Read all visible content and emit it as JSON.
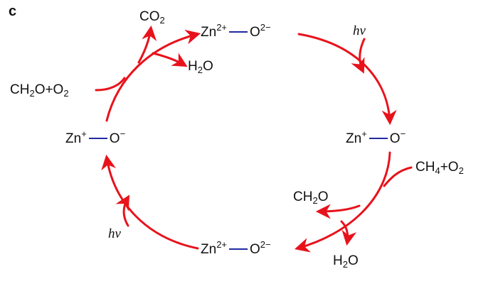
{
  "panel_label": "c",
  "colors": {
    "arrow": "#e8121b",
    "bond": "#1f2aa0",
    "text": "#111111"
  },
  "states": {
    "top": {
      "left_base": "Zn",
      "left_charge": "2+",
      "right_base": "O",
      "right_charge": "2−"
    },
    "right": {
      "left_base": "Zn",
      "left_charge": "+",
      "right_base": "O",
      "right_charge": "−"
    },
    "bottom": {
      "left_base": "Zn",
      "left_charge": "2+",
      "right_base": "O",
      "right_charge": "2−"
    },
    "left": {
      "left_base": "Zn",
      "left_charge": "+",
      "right_base": "O",
      "right_charge": "−"
    }
  },
  "species": {
    "co2": {
      "base": "CO",
      "sub": "2"
    },
    "h2o_top": {
      "base": "H",
      "sub": "2",
      "tail": "O"
    },
    "ch2o_o2": {
      "a": "CH",
      "a_sub": "2",
      "b": "O+O",
      "b_sub": "2"
    },
    "ch4_o2": {
      "a": "CH",
      "a_sub": "4",
      "b": "+O",
      "b_sub": "2"
    },
    "ch2o": {
      "a": "CH",
      "a_sub": "2",
      "b": "O"
    },
    "h2o_bottom": {
      "base": "H",
      "sub": "2",
      "tail": "O"
    }
  },
  "light": {
    "top_right": "hv",
    "bottom_left": "hv"
  }
}
